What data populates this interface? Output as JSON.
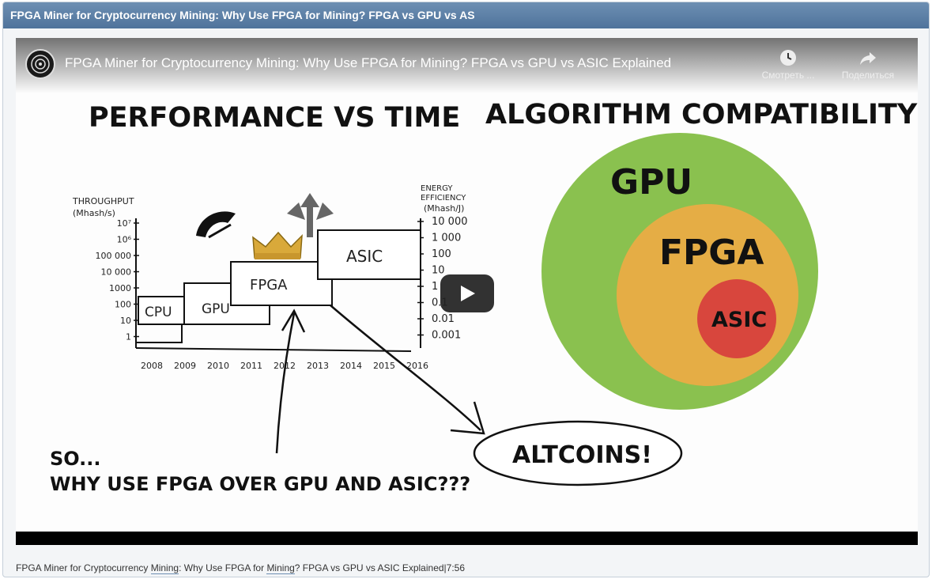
{
  "panel": {
    "header_title": "FPGA Miner for Cryptocurrency Mining: Why Use FPGA for Mining? FPGA vs GPU vs AS"
  },
  "video": {
    "title": "FPGA Miner for Cryptocurrency Mining: Why Use FPGA for Mining? FPGA vs GPU vs ASIC Explained",
    "watch_later_label": "Смотреть ...",
    "share_label": "Поделиться",
    "slide": {
      "left_heading": "PERFORMANCE VS TIME",
      "right_heading": "ALGORITHM COMPATIBILITY",
      "throughput_label": "THROUGHPUT",
      "throughput_unit": "(Mhash/s)",
      "energy_label_1": "ENERGY",
      "energy_label_2": "EFFICIENCY",
      "energy_unit": "(Mhash/J)",
      "left_axis_ticks": [
        "10⁷",
        "10⁶",
        "100 000",
        "10 000",
        "1000",
        "100",
        "10",
        "1"
      ],
      "right_axis_ticks": [
        "10 000",
        "1 000",
        "100",
        "10",
        "1",
        "0.1",
        "0.01",
        "0.001"
      ],
      "years": [
        "2008",
        "2009",
        "2010",
        "2011",
        "2012",
        "2013",
        "2014",
        "2015",
        "2016"
      ],
      "box_cpu": "CPU",
      "box_gpu": "GPU",
      "box_fpga": "FPGA",
      "box_asic": "ASIC",
      "circle_gpu": "GPU",
      "circle_fpga": "FPGA",
      "circle_asic": "ASIC",
      "altcoins": "ALTCOINS!",
      "question_1": "SO...",
      "question_2": "WHY USE FPGA OVER GPU AND ASIC???"
    },
    "colors": {
      "gpu_circle": "#8ac14f",
      "fpga_circle": "#e5ad45",
      "asic_circle": "#d8463d",
      "crown": "#d9a93a"
    }
  },
  "caption": {
    "text_1": "FPGA Miner for Cryptocurrency ",
    "link_1": "Mining",
    "text_2": ": Why Use FPGA for ",
    "link_2": "Mining",
    "text_3": "? FPGA vs GPU vs ASIC Explained|7:56"
  }
}
